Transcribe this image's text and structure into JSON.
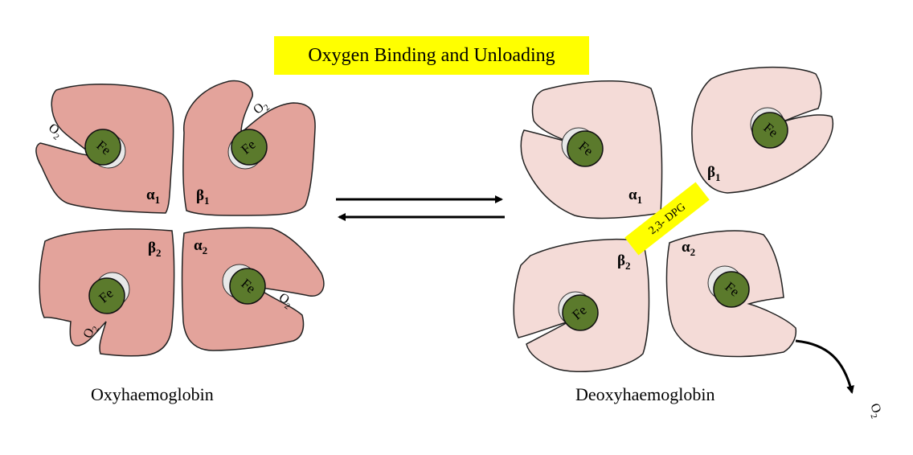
{
  "title": "Oxygen Binding and Unloading",
  "colors": {
    "oxy_subunit_fill": "#e3a39b",
    "deoxy_subunit_fill": "#f4dbd7",
    "heme_fill": "#5b7a2c",
    "title_highlight": "#ffff00",
    "dpg_highlight": "#ffff00"
  },
  "oxyhaemoglobin": {
    "caption": "Oxyhaemoglobin",
    "alpha1": {
      "greek": "α",
      "sub": "1"
    },
    "beta1": {
      "greek": "β",
      "sub": "1"
    },
    "beta2": {
      "greek": "β",
      "sub": "2"
    },
    "alpha2": {
      "greek": "α",
      "sub": "2"
    },
    "iron_label": "Fe",
    "oxygen_label": {
      "base": "O",
      "sub": "2"
    }
  },
  "deoxyhaemoglobin": {
    "caption": "Deoxyhaemoglobin",
    "alpha1": {
      "greek": "α",
      "sub": "1"
    },
    "beta1": {
      "greek": "β",
      "sub": "1"
    },
    "beta2": {
      "greek": "β",
      "sub": "2"
    },
    "alpha2": {
      "greek": "α",
      "sub": "2"
    },
    "iron_label": "Fe",
    "dpg_label": "2,3- DPG",
    "released_oxygen": {
      "base": "O",
      "sub": "2"
    }
  },
  "equilibrium_arrows": [
    "forward",
    "reverse"
  ]
}
